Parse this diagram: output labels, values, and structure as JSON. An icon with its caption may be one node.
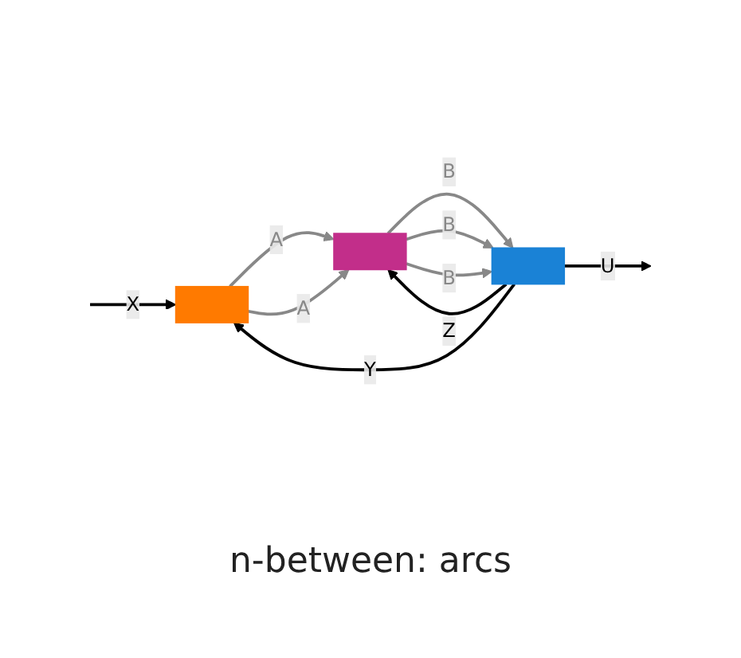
{
  "diagram": {
    "nodes": [
      {
        "text": [],
        "shape": "bar"
      },
      {
        "text": [],
        "shape": "bar"
      },
      {
        "text": [],
        "shape": "bar"
      }
    ],
    "edges": [
      {
        "from": null,
        "to": 0,
        "arrow": "to",
        "label": "X",
        "color": "#000000"
      },
      {
        "from": 0,
        "to": 1,
        "arrow": "to",
        "label": "A"
      },
      {
        "from": 0,
        "to": 1,
        "arrow": "to",
        "label": "A"
      },
      {
        "from": 1,
        "to": 2,
        "arrow": "to",
        "label": "B"
      },
      {
        "from": 1,
        "to": 2,
        "arrow": "to",
        "label": "B"
      },
      {
        "from": 1,
        "to": 2,
        "arrow": "to",
        "label": "B"
      },
      {
        "from": 2,
        "to": null,
        "arrow": "to",
        "label": "U",
        "color": "#000000"
      },
      {
        "from": 2,
        "to": 0,
        "arrow": "to",
        "label": "Y",
        "color": "#000000"
      },
      {
        "from": 2,
        "to": 1,
        "arrow": "to",
        "label": "Z",
        "color": "#000000"
      }
    ],
    "labels": [
      "n-between: arcs"
    ]
  }
}
